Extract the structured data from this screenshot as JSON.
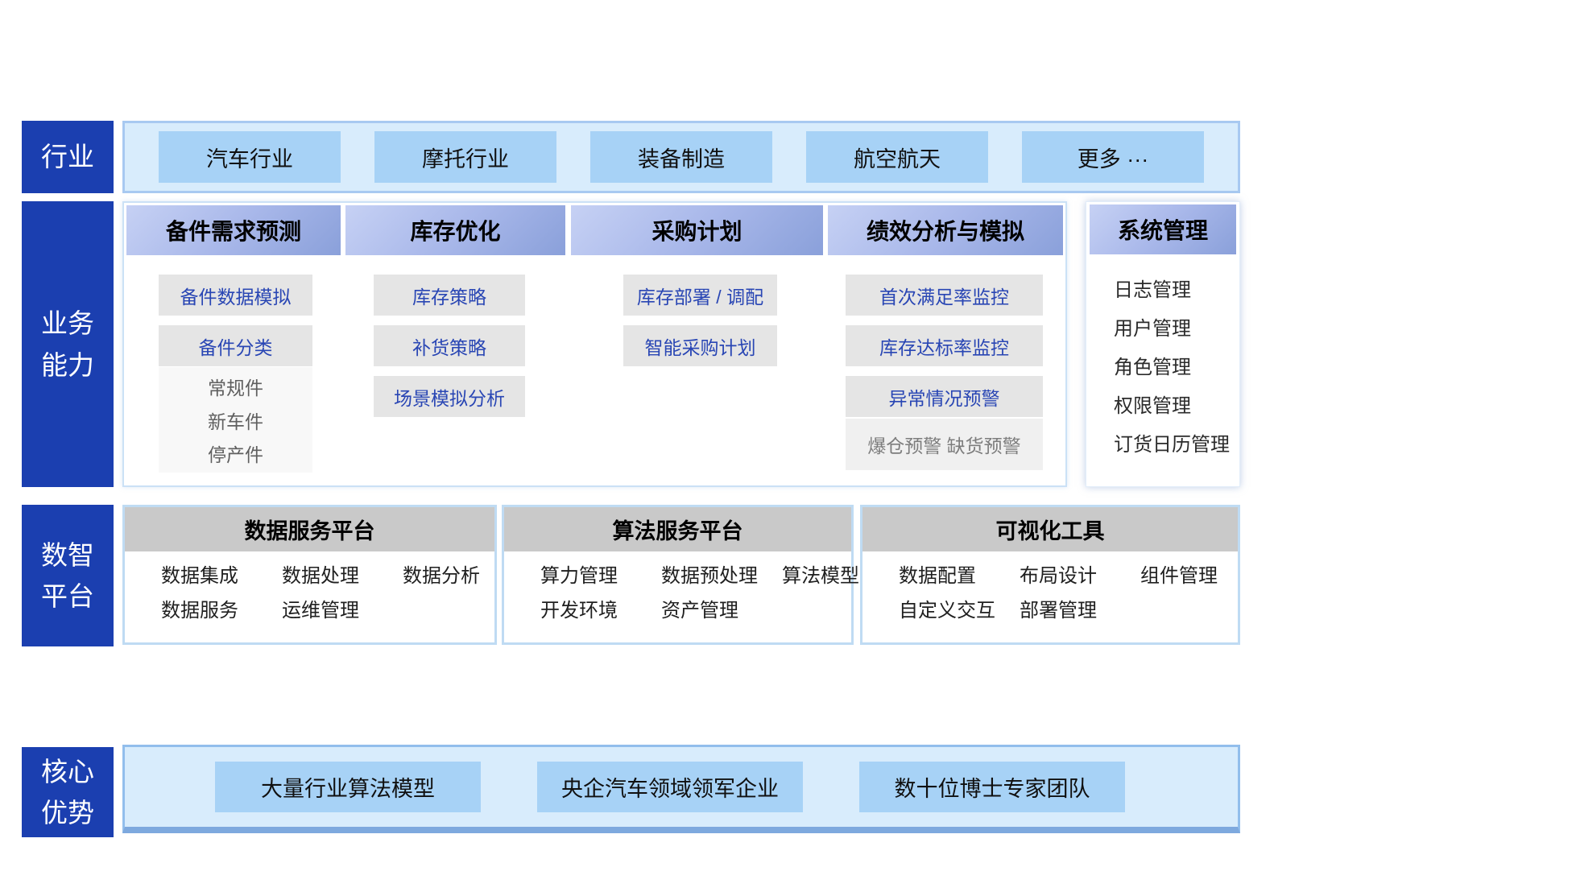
{
  "sidebar": {
    "industry": "行业",
    "business": "业务\n能力",
    "platform": "数智\n平台",
    "advantage": "核心\n优势"
  },
  "industry_row": {
    "items": [
      "汽车行业",
      "摩托行业",
      "装备制造",
      "航空航天",
      "更多 ···"
    ]
  },
  "business": {
    "columns": [
      {
        "header": "备件需求预测",
        "items": [
          "备件数据模拟",
          "备件分类"
        ],
        "sub_items": [
          "常规件",
          "新车件",
          "停产件"
        ]
      },
      {
        "header": "库存优化",
        "items": [
          "库存策略",
          "补货策略",
          "场景模拟分析"
        ]
      },
      {
        "header": "采购计划",
        "items": [
          "库存部署 / 调配",
          "智能采购计划"
        ]
      },
      {
        "header": "绩效分析与模拟",
        "items": [
          "首次满足率监控",
          "库存达标率监控",
          "异常情况预警"
        ],
        "sub_note": "爆仓预警 缺货预警"
      }
    ],
    "system": {
      "header": "系统管理",
      "items": [
        "日志管理",
        "用户管理",
        "角色管理",
        "权限管理",
        "订货日历管理"
      ]
    }
  },
  "platform": {
    "cards": [
      {
        "header": "数据服务平台",
        "row1": [
          "数据集成",
          "数据处理",
          "数据分析"
        ],
        "row2": [
          "数据服务",
          "运维管理"
        ]
      },
      {
        "header": "算法服务平台",
        "row1": [
          "算力管理",
          "数据预处理",
          "算法模型"
        ],
        "row2": [
          "开发环境",
          "资产管理"
        ]
      },
      {
        "header": "可视化工具",
        "row1": [
          "数据配置",
          "布局设计",
          "组件管理"
        ],
        "row2": [
          "自定义交互",
          "部署管理"
        ]
      }
    ]
  },
  "advantage": {
    "items": [
      "大量行业算法模型",
      "央企汽车领域领军企业",
      "数十位博士专家团队"
    ]
  },
  "colors": {
    "sidebar_blue": "#1B3FB0",
    "section_bg_light_blue": "#D8ECFC",
    "pill_blue": "#A7D2F6",
    "header_gradient_start": "#C6D1F4",
    "header_gradient_end": "#8AA0DA",
    "item_gray_bg": "#E5E5E5",
    "item_text_blue": "#2946B4",
    "platform_header_gray": "#C9C9C9",
    "border_blue": "#A8C9F1"
  }
}
